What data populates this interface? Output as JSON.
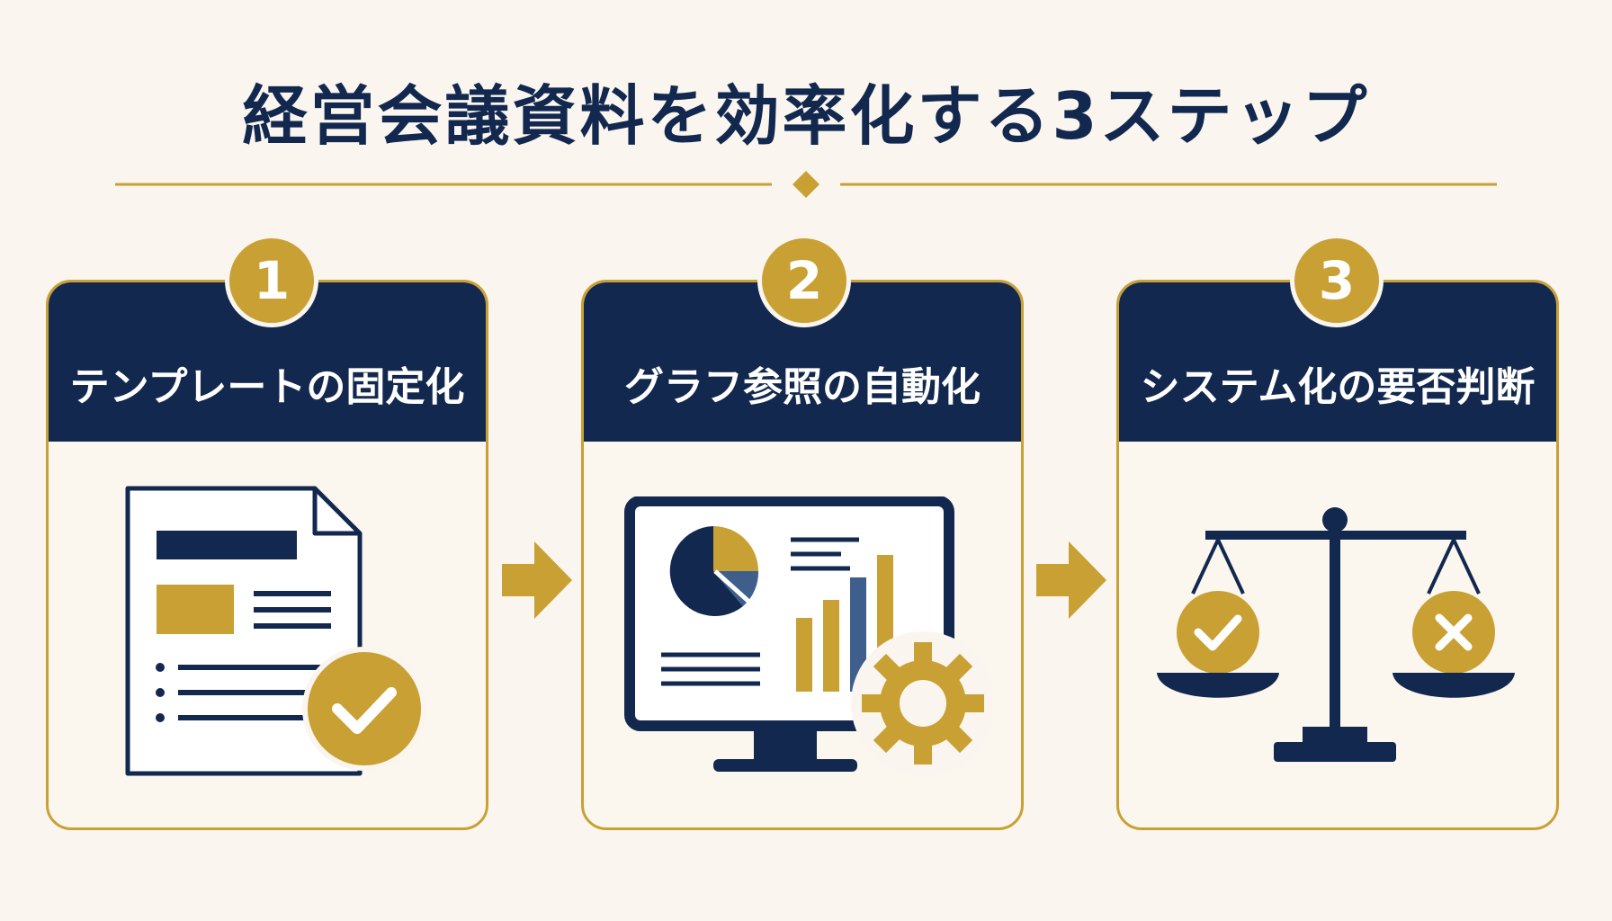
{
  "title": "経営会議資料を効率化する3ステップ",
  "colors": {
    "navy": "#13284f",
    "gold": "#c9a033",
    "background": "#faf6ef",
    "accent_blue": "#3e5e8c"
  },
  "steps": [
    {
      "number": "1",
      "label": "テンプレートの固定化",
      "icon": "document-check-icon"
    },
    {
      "number": "2",
      "label": "グラフ参照の自動化",
      "icon": "monitor-chart-gear-icon"
    },
    {
      "number": "3",
      "label": "システム化の要否判断",
      "icon": "balance-scale-icon"
    }
  ]
}
